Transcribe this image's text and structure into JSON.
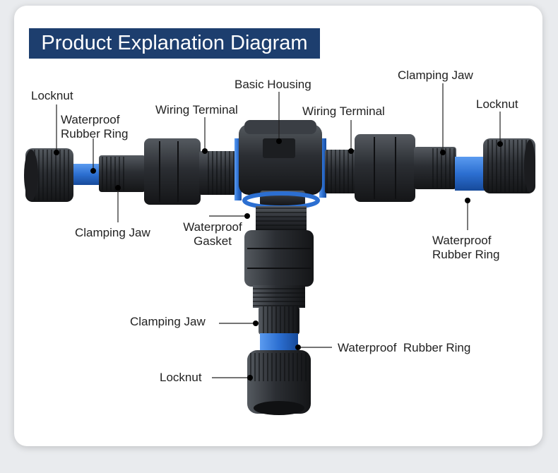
{
  "title": "Product Explanation Diagram",
  "colors": {
    "banner": "#1d3e6e",
    "part_body": "#2a2d31",
    "seal_blue": "#2c6fd1"
  },
  "labels": {
    "basic_housing": "Basic Housing",
    "locknut_left": "Locknut",
    "waterproof_ring_left_1": "Waterproof",
    "waterproof_ring_left_2": "Rubber Ring",
    "wiring_terminal_left": "Wiring Terminal",
    "wiring_terminal_right": "Wiring Terminal",
    "clamping_jaw_right": "Clamping Jaw",
    "locknut_right": "Locknut",
    "clamping_jaw_left": "Clamping Jaw",
    "waterproof_gasket_1": "Waterproof",
    "waterproof_gasket_2": "Gasket",
    "waterproof_ring_right_1": "Waterproof",
    "waterproof_ring_right_2": "Rubber Ring",
    "clamping_jaw_bottom": "Clamping Jaw",
    "waterproof_ring_bottom": "Waterproof  Rubber Ring",
    "locknut_bottom": "Locknut"
  }
}
